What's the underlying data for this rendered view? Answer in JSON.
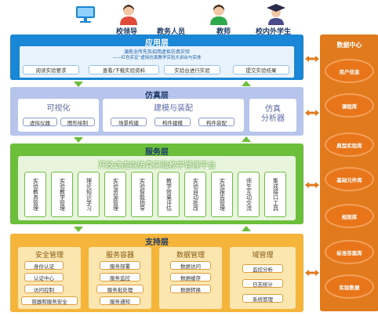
{
  "users": [
    {
      "label": "校领导",
      "icon": "monitor-icon"
    },
    {
      "label": "教务人员",
      "icon": "user-red-icon"
    },
    {
      "label": "教师",
      "icon": "user-green-icon"
    },
    {
      "label": "校内外学生",
      "icon": "graduate-icon"
    }
  ],
  "app_layer": {
    "title": "应用层",
    "banner_line1": "演练全所先及招用虚拟仿真实验",
    "banner_line2": "——红色实证”虚拟仿真教学实验大讲台与实体",
    "items": [
      "阅读实验要求",
      "查看/下载实验资料",
      "实验台进行实验",
      "提交实验结果"
    ]
  },
  "sim_layer": {
    "title": "仿真层",
    "groups": [
      {
        "title": "可视化",
        "items": [
          "虚拟仪器",
          "图形绘制"
        ]
      },
      {
        "title": "建模与装配",
        "items": [
          "场景构建",
          "构件建模",
          "构件装配"
        ]
      },
      {
        "title": "仿真\n分析器",
        "items": []
      }
    ]
  },
  "service_layer": {
    "title": "服务层",
    "platform_title": "开放式虚拟仿真实验教学管理平台",
    "modules": [
      "实验教务管理",
      "实验教学管理",
      "理论知识学习",
      "实验资源管理",
      "实验智能指导",
      "教学效果评估",
      "实验自动批改",
      "实验报告管理",
      "师生互动交流",
      "集成接口工具"
    ]
  },
  "support_layer": {
    "title": "支持层",
    "groups": [
      {
        "title": "安全管理",
        "items": [
          "身份认证",
          "认证中心",
          "访问控制",
          "容器和服务安全"
        ]
      },
      {
        "title": "服务容器",
        "items": [
          "服务部署",
          "服务监控",
          "服务批处理",
          "服务通知"
        ]
      },
      {
        "title": "数据管理",
        "items": [
          "数据访问",
          "数据缓存",
          "数据转换"
        ]
      },
      {
        "title": "域管理",
        "items": [
          "监控分析",
          "日志统计",
          "系统管理"
        ]
      }
    ]
  },
  "data_center": {
    "title": "数据中心",
    "items": [
      "用户信息",
      "课程库",
      "典型实验库",
      "基础元件库",
      "规则库",
      "标准答案库",
      "实验数据"
    ]
  },
  "colors": {
    "app": "#1a86d6",
    "sim": "#a8b9e6",
    "service": "#6cbf3a",
    "support": "#f5b43a",
    "data_center": "#e07a1c"
  }
}
